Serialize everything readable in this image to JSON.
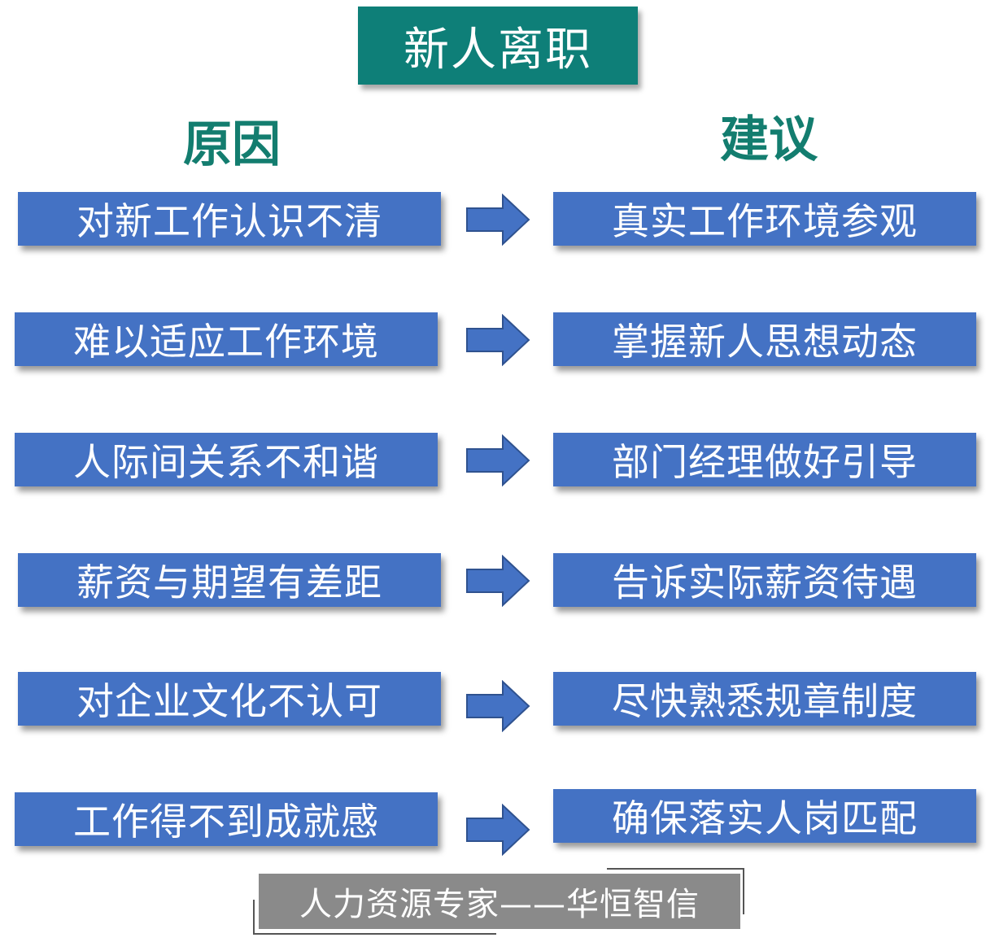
{
  "title": "新人离职",
  "headings": {
    "cause": "原因",
    "advice": "建议"
  },
  "rows": [
    {
      "cause": "对新工作认识不清",
      "advice": "真实工作环境参观"
    },
    {
      "cause": "难以适应工作环境",
      "advice": "掌握新人思想动态"
    },
    {
      "cause": "人际间关系不和谐",
      "advice": "部门经理做好引导"
    },
    {
      "cause": "薪资与期望有差距",
      "advice": "告诉实际薪资待遇"
    },
    {
      "cause": "对企业文化不认可",
      "advice": "尽快熟悉规章制度"
    },
    {
      "cause": "工作得不到成就感",
      "advice": "确保落实人岗匹配"
    }
  ],
  "footer": "人力资源专家——华恒智信",
  "colors": {
    "title_bg": "#0e7f78",
    "heading": "#137d6f",
    "box": "#4472c4",
    "footer_bg": "#8a8a8a"
  },
  "icons": {
    "arrow": "arrow-right-icon"
  }
}
